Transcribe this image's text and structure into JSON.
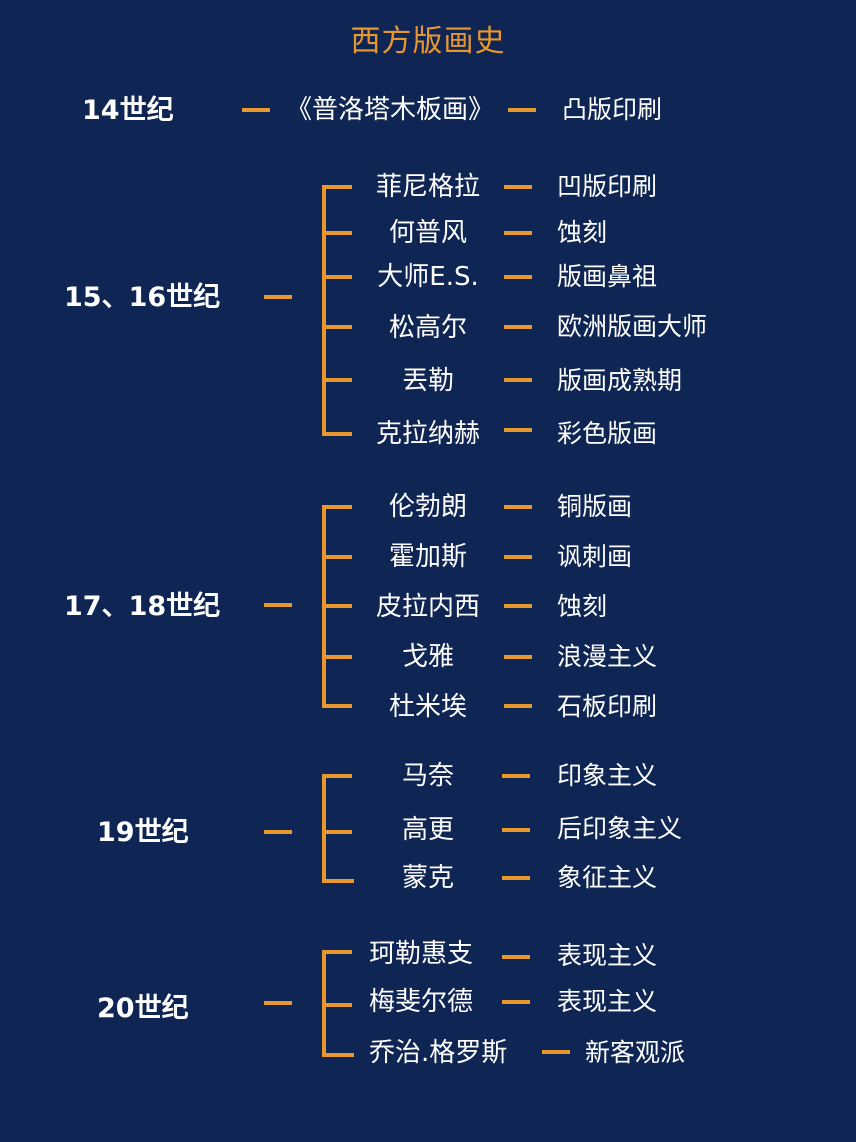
{
  "title": "西方版画史",
  "colors": {
    "background": "#0f2655",
    "accent": "#e8962e",
    "text": "#ffffff"
  },
  "groups": [
    {
      "century": "14世纪",
      "items": [
        {
          "name": "《普洛塔木板画》",
          "desc": "凸版印刷"
        }
      ]
    },
    {
      "century": "15、16世纪",
      "items": [
        {
          "name": "菲尼格拉",
          "desc": "凹版印刷"
        },
        {
          "name": "何普风",
          "desc": "蚀刻"
        },
        {
          "name": "大师E.S.",
          "desc": "版画鼻祖"
        },
        {
          "name": "松高尔",
          "desc": "欧洲版画大师"
        },
        {
          "name": "丟勒",
          "desc": "版画成熟期"
        },
        {
          "name": "克拉纳赫",
          "desc": "彩色版画"
        }
      ]
    },
    {
      "century": "17、18世纪",
      "items": [
        {
          "name": "伦勃朗",
          "desc": "铜版画"
        },
        {
          "name": "霍加斯",
          "desc": "讽刺画"
        },
        {
          "name": "皮拉内西",
          "desc": "蚀刻"
        },
        {
          "name": "戈雅",
          "desc": "浪漫主义"
        },
        {
          "name": "杜米埃",
          "desc": "石板印刷"
        }
      ]
    },
    {
      "century": "19世纪",
      "items": [
        {
          "name": "马奈",
          "desc": "印象主义"
        },
        {
          "name": "高更",
          "desc": "后印象主义"
        },
        {
          "name": "蒙克",
          "desc": "象征主义"
        }
      ]
    },
    {
      "century": "20世纪",
      "items": [
        {
          "name": "珂勒惠支",
          "desc": "表现主义"
        },
        {
          "name": "梅斐尔德",
          "desc": "表现主义"
        },
        {
          "name": "乔治.格罗斯",
          "desc": "新客观派"
        }
      ]
    }
  ]
}
